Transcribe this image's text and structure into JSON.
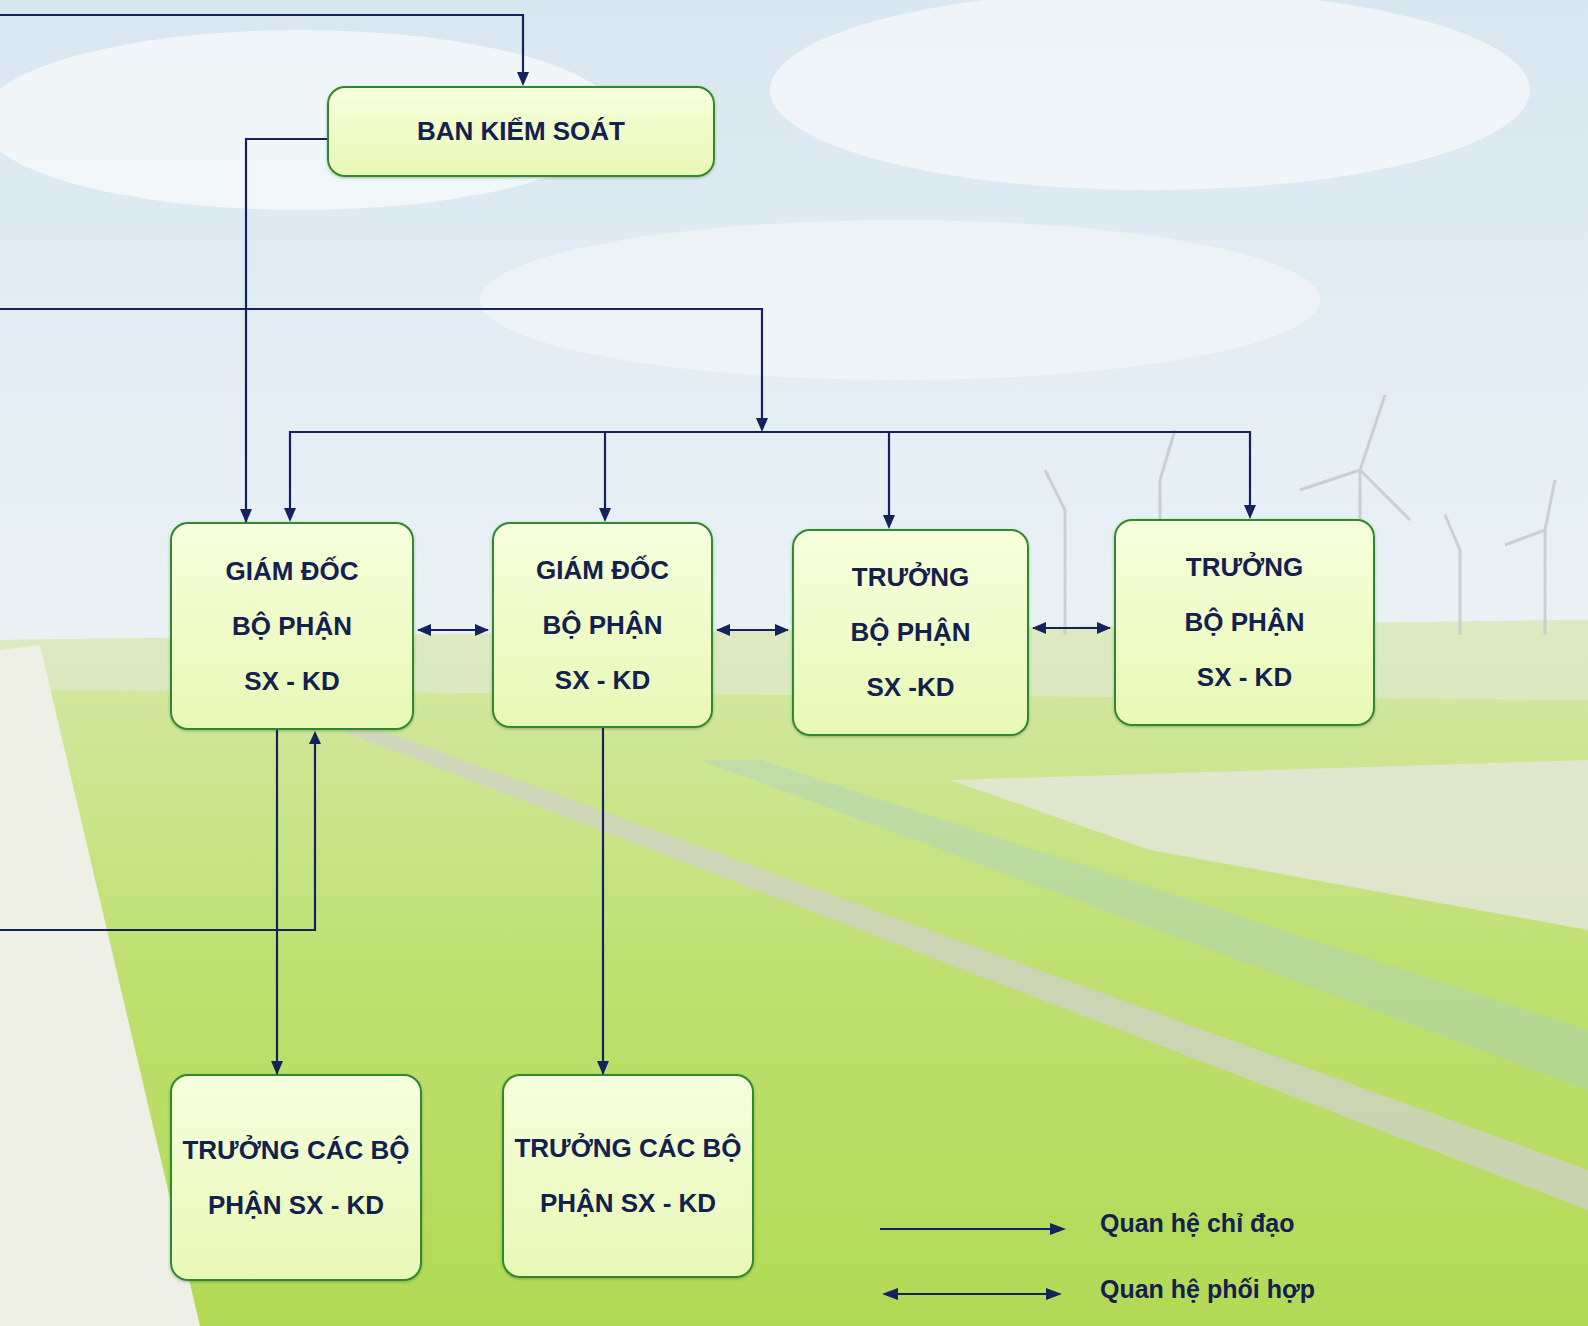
{
  "diagram": {
    "nodes": [
      {
        "text": [
          "BAN KIỂM SOÁT"
        ]
      },
      {
        "text": [
          "GIÁM ĐỐC BỘ PHẬN SX - KD"
        ]
      },
      {
        "text": [
          "GIÁM ĐỐC BỘ PHẬN SX - KD"
        ]
      },
      {
        "text": [
          "TRƯỞNG BỘ PHẬN SX -KD"
        ]
      },
      {
        "text": [
          "TRƯỞNG BỘ PHẬN SX - KD"
        ]
      },
      {
        "text": [
          "TRƯỞNG CÁC BỘ PHẬN SX - KD"
        ]
      },
      {
        "text": [
          "TRƯỞNG CÁC BỘ PHẬN SX - KD"
        ]
      }
    ],
    "edges": [
      {
        "from": 0,
        "to": 1,
        "arrow": "to"
      },
      {
        "from": 1,
        "to": 2,
        "arrow": "both"
      },
      {
        "from": 2,
        "to": 3,
        "arrow": "both"
      },
      {
        "from": 3,
        "to": 4,
        "arrow": "both"
      },
      {
        "from": 1,
        "to": 5,
        "arrow": "to"
      },
      {
        "from": 2,
        "to": 6,
        "arrow": "to"
      }
    ],
    "legend": [
      {
        "text": "Quan hệ chỉ đạo"
      },
      {
        "text": "Quan hệ phối hợp"
      }
    ]
  }
}
